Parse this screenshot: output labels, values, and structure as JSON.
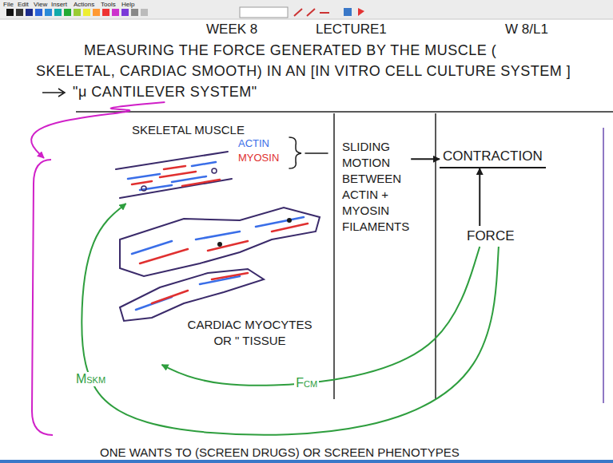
{
  "diagram": {
    "title": "MEASURING THE FORCE GENERATED BY THE MUSCLE ( SKELETAL, CARDIAC SMOOTH) IN AN [IN VITRO CELL CULTURE SYSTEM ]",
    "nodes": [
      {
        "text": [
          "SKELETAL MUSCLE"
        ]
      },
      {
        "text": [
          "CARDIAC MYOCYTES OR \" TISSUE"
        ]
      },
      {
        "text": [
          "SLIDING MOTION BETWEEN ACTIN + MYOSIN FILAMENTS"
        ]
      },
      {
        "text": [
          "CONTRACTION"
        ]
      },
      {
        "text": [
          "FORCE"
        ]
      }
    ],
    "edges": [
      {
        "from": 2,
        "to": 3,
        "arrow": "to"
      },
      {
        "from": 4,
        "to": 3,
        "arrow": "to"
      },
      {
        "from": 4,
        "to": 1,
        "arrow": "to",
        "label": "FCM"
      },
      {
        "from": 4,
        "to": 0,
        "arrow": "to",
        "label": "MSKM"
      }
    ],
    "labels": [
      "File",
      "Edit",
      "View",
      "Insert",
      "Actions",
      "Tools",
      "Help",
      "WEEK 8",
      "LECTURE1",
      "W 8/L1",
      "\"μ CANTILEVER SYSTEM\"",
      "ACTIN",
      "MYOSIN",
      "ONE WANTS TO (SCREEN DRUGS) OR SCREEN PHENOTYPES"
    ]
  }
}
